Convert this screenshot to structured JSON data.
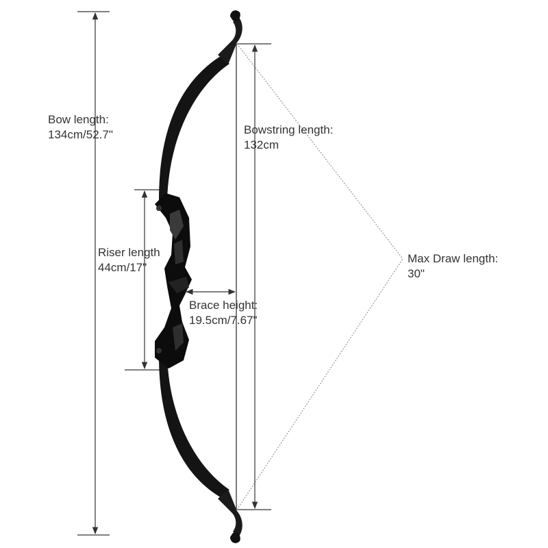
{
  "diagram": {
    "bow_length": {
      "title": "Bow length:",
      "value": "134cm/52.7\""
    },
    "bowstring_length": {
      "title": "Bowstring length:",
      "value": "132cm"
    },
    "riser_length": {
      "title": "Riser length",
      "value": "44cm/17\""
    },
    "brace_height": {
      "title": "Brace height:",
      "value": "19.5cm/7.67\""
    },
    "max_draw_length": {
      "title": "Max Draw length:",
      "value": "30\""
    }
  },
  "colors": {
    "bow": "#111111",
    "dimension_line": "#333333",
    "draw_line": "#999999",
    "label_text": "#333333"
  }
}
